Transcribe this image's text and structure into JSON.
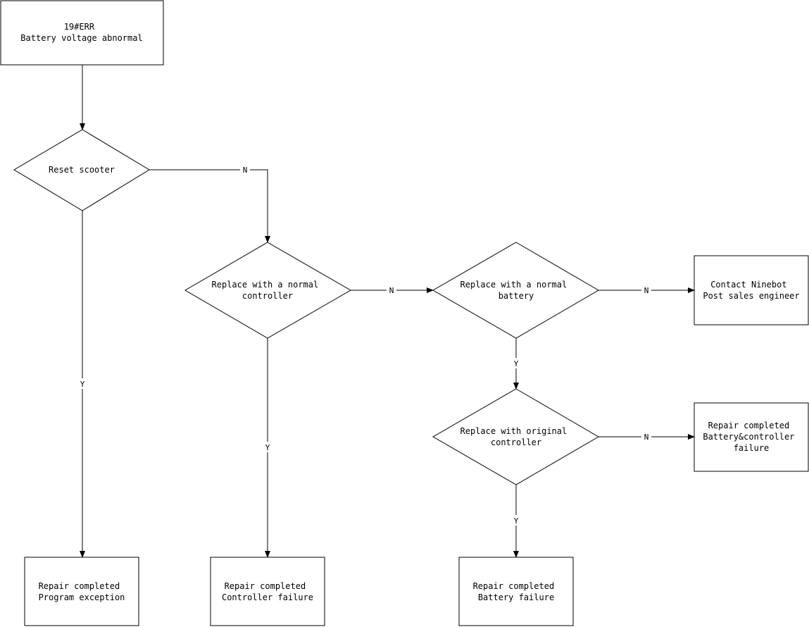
{
  "nodes": {
    "start": {
      "lines": [
        "19#ERR",
        "Battery voltage abnormal"
      ]
    },
    "reset": {
      "lines": [
        "Reset scooter"
      ]
    },
    "replace_controller": {
      "lines": [
        "Replace with a normal",
        "controller"
      ]
    },
    "replace_battery": {
      "lines": [
        "Replace with a normal",
        "battery"
      ]
    },
    "contact": {
      "lines": [
        "Contact Ninebot",
        "Post sales engineer"
      ]
    },
    "original_controller": {
      "lines": [
        "Replace with original",
        "controller"
      ]
    },
    "repair_battery_controller": {
      "lines": [
        "Repair completed",
        "Battery&controller",
        "failure"
      ]
    },
    "repair_program": {
      "lines": [
        "Repair completed",
        "Program exception"
      ]
    },
    "repair_controller": {
      "lines": [
        "Repair completed",
        "Controller failure"
      ]
    },
    "repair_battery": {
      "lines": [
        "Repair completed",
        "Battery failure"
      ]
    }
  },
  "edges": {
    "reset_no": "N",
    "reset_yes": "Y",
    "controller_no": "N",
    "controller_yes": "Y",
    "battery_no": "N",
    "battery_yes": "Y",
    "original_no": "N",
    "original_yes": "Y"
  }
}
